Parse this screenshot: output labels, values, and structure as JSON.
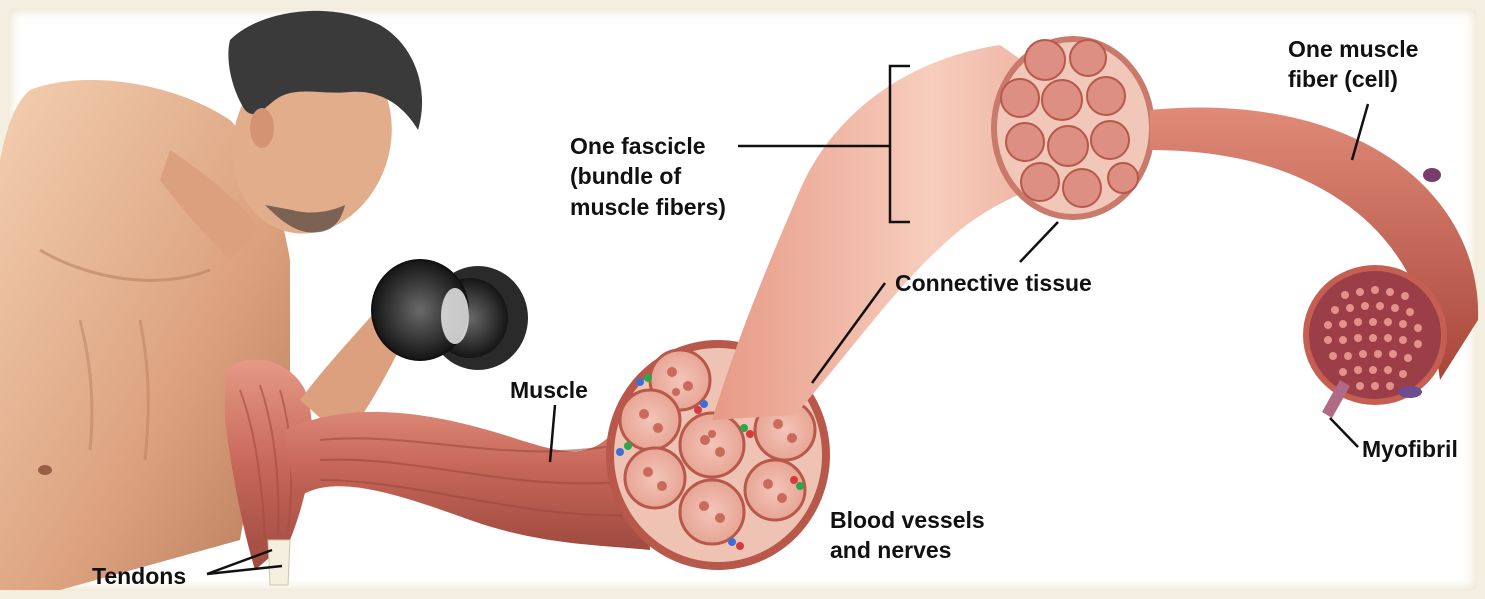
{
  "labels": {
    "one_muscle_fiber": "One muscle\nfiber (cell)",
    "one_fascicle": "One fascicle\n(bundle of\nmuscle fibers)",
    "connective_tissue": "Connective tissue",
    "muscle": "Muscle",
    "myofibril": "Myofibril",
    "blood_vessels": "Blood vessels\nand nerves",
    "tendons": "Tendons"
  },
  "colors": {
    "background": "#f5efe2",
    "skin": "#e9b894",
    "muscle": "#c8675a",
    "fascicle_tube": "#f0b4a2",
    "fiber_tube": "#c9624f",
    "label_text": "#111111"
  }
}
